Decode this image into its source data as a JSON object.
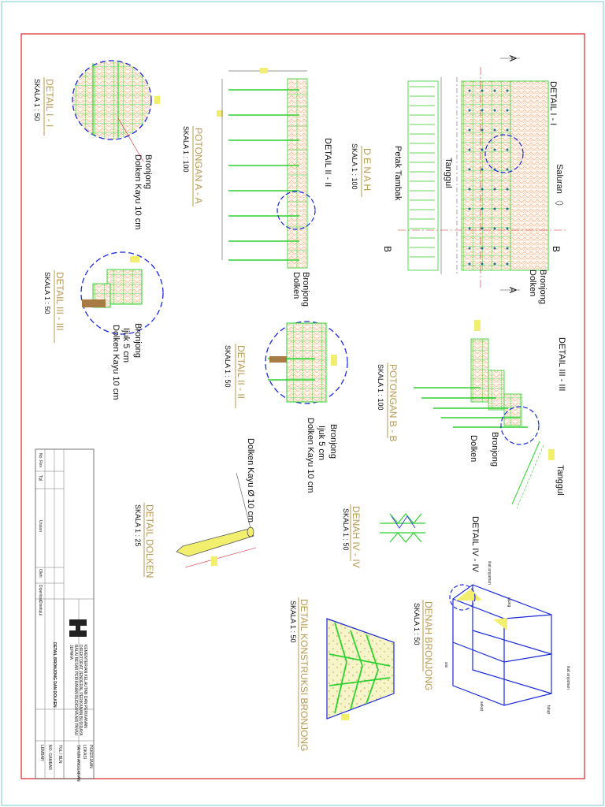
{
  "colors": {
    "frame_red": "#d8262b",
    "sheet_border": "#8fd3dc",
    "title_gold": "#b79a53",
    "grid_green": "#2fd12f",
    "hatch_orange": "#f2b48a",
    "pole_brown": "#a87b45",
    "detail_blue": "#1b2bd8",
    "fill_yellow": "#f2ef6f"
  },
  "drawings": {
    "denah": {
      "title": "D E N A H",
      "scale": "SKALA 1 : 100"
    },
    "potongan_aa": {
      "title": "POTONGAN A - A",
      "scale": "SKALA 1 : 100"
    },
    "potongan_bb": {
      "title": "POTONGAN B - B",
      "scale": "SKALA 1 : 100"
    },
    "detail_1": {
      "title": "DETAIL I - I",
      "scale": "SKALA 1 : 50"
    },
    "detail_2": {
      "title": "DETAIL II - II",
      "scale": "SKALA 1 : 50"
    },
    "detail_3": {
      "title": "DETAIL III - III",
      "scale": "SKALA 1 : 50"
    },
    "denah_4": {
      "title": "DENAH IV - IV",
      "scale": "SKALA 1 : 50"
    },
    "detail_dolken": {
      "title": "DETAIL DOLKEN",
      "scale": "SKALA 1 : 25"
    },
    "denah_bronjong": {
      "title": "DENAH BRONJONG",
      "scale": "SKALA 1 : 50"
    },
    "detail_konstruksi": {
      "title": "DETAIL KONSTRUKSI BRONJONG",
      "scale": "SKALA 1 : 50"
    }
  },
  "labels": {
    "saluran": "Saluran",
    "tanggul": "Tanggul",
    "petak_tambak": "Petak Tambak",
    "bronjong": "Bronjong",
    "dolken": "Dolken",
    "dolken_kayu": "Dolken Kayu 10 cm",
    "dolken_kayu_phi": "Dolken Kayu Ø 10 cm",
    "ijuk": "Ijuk 5 cm",
    "detail_1_tag": "DETAIL I - I",
    "detail_2_tag": "DETAIL II - II",
    "detail_3_tag": "DETAIL III - III",
    "detail_4_tag": "DETAIL IV - IV",
    "section_a": "A",
    "section_b": "B",
    "ikat_sudut": "ikat anyaman",
    "ujung": "ujung",
    "sisi": "sisi",
    "sekat": "sekat",
    "tutup": "tutup"
  },
  "title_block": {
    "ministry_lines": [
      "KEMENTERIAN KELAUTAN DAN PERIKANAN",
      "DIREKTORAT JENDERAL PERIKANAN BUDIDAYA",
      "BALAI BESAR PERIKANAN BUDIDAYA AIR PAYAU",
      "JEPARA"
    ],
    "drawing_title": "DETAIL BRONJONG DAN DOLKEN",
    "revision_headers": [
      "No. Rev",
      "Tgl",
      "Uraian",
      "Oleh",
      "Diperiksa",
      "Disetujui"
    ],
    "right_labels": [
      "PEKERJAAN",
      "LOKASI",
      "TAHUN ANGGARAN",
      "NO. GAMBAR",
      "LEMBAR"
    ],
    "right_values": [
      "",
      "",
      "",
      "",
      ""
    ],
    "date_label": "TGL / BLN"
  }
}
